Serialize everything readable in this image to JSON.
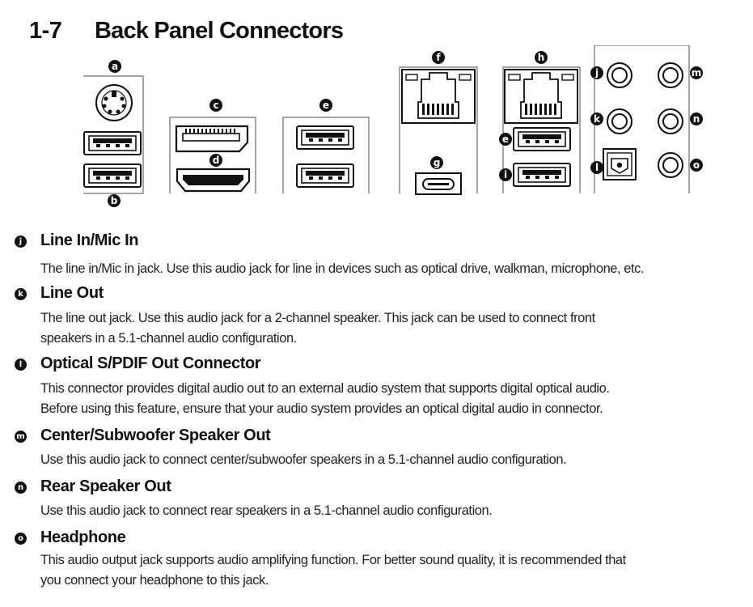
{
  "header": {
    "section_number": "1-7",
    "section_title": "Back Panel Connectors"
  },
  "diagram": {
    "callouts": {
      "a": "a",
      "b": "b",
      "c": "c",
      "d": "d",
      "e": "e",
      "f": "f",
      "g": "g",
      "h": "h",
      "i": "i",
      "j": "j",
      "k": "k",
      "l": "l",
      "m": "m",
      "n": "n",
      "o": "o"
    }
  },
  "items": [
    {
      "badge": "j",
      "title": "Line In/Mic In",
      "lines": [
        "The line in/Mic in jack. Use this audio jack for line in devices such as optical drive, walkman, microphone, etc."
      ]
    },
    {
      "badge": "k",
      "title": "Line Out",
      "lines": [
        "The line out jack. Use this audio jack for a 2-channel speaker. This jack can be used to connect front",
        "speakers in a 5.1-channel audio configuration."
      ]
    },
    {
      "badge": "l",
      "title": "Optical S/PDIF Out Connector",
      "lines": [
        "This connector provides digital audio out to an external audio system that supports digital optical audio.",
        "Before using this feature, ensure that your audio system provides an optical digital audio in connector."
      ]
    },
    {
      "badge": "m",
      "title": "Center/Subwoofer Speaker Out",
      "lines": [
        "Use this audio jack to connect center/subwoofer speakers in a 5.1-channel audio configuration."
      ]
    },
    {
      "badge": "n",
      "title": "Rear Speaker Out",
      "lines": [
        "Use this audio jack to connect rear speakers in a 5.1-channel audio configuration."
      ]
    },
    {
      "badge": "o",
      "title": "Headphone",
      "lines": [
        "This audio output jack supports audio amplifying function. For better sound quality, it is recommended that",
        "you connect your headphone to this jack."
      ]
    }
  ]
}
